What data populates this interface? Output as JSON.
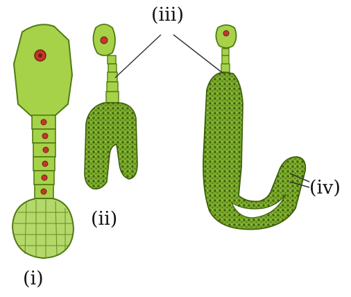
{
  "labels": {
    "i": "(i)",
    "ii": "(ii)",
    "iii": "(iii)",
    "iv": "(iv)"
  },
  "colors": {
    "cell_fill": "#a6d24a",
    "cell_outline": "#4f7a12",
    "tissue_fill": "#6f9e24",
    "tissue_dark": "#3c5f0c",
    "nucleus": "#c0392b",
    "nucleus_inner": "#7a1a12",
    "leader_line": "#333333"
  }
}
